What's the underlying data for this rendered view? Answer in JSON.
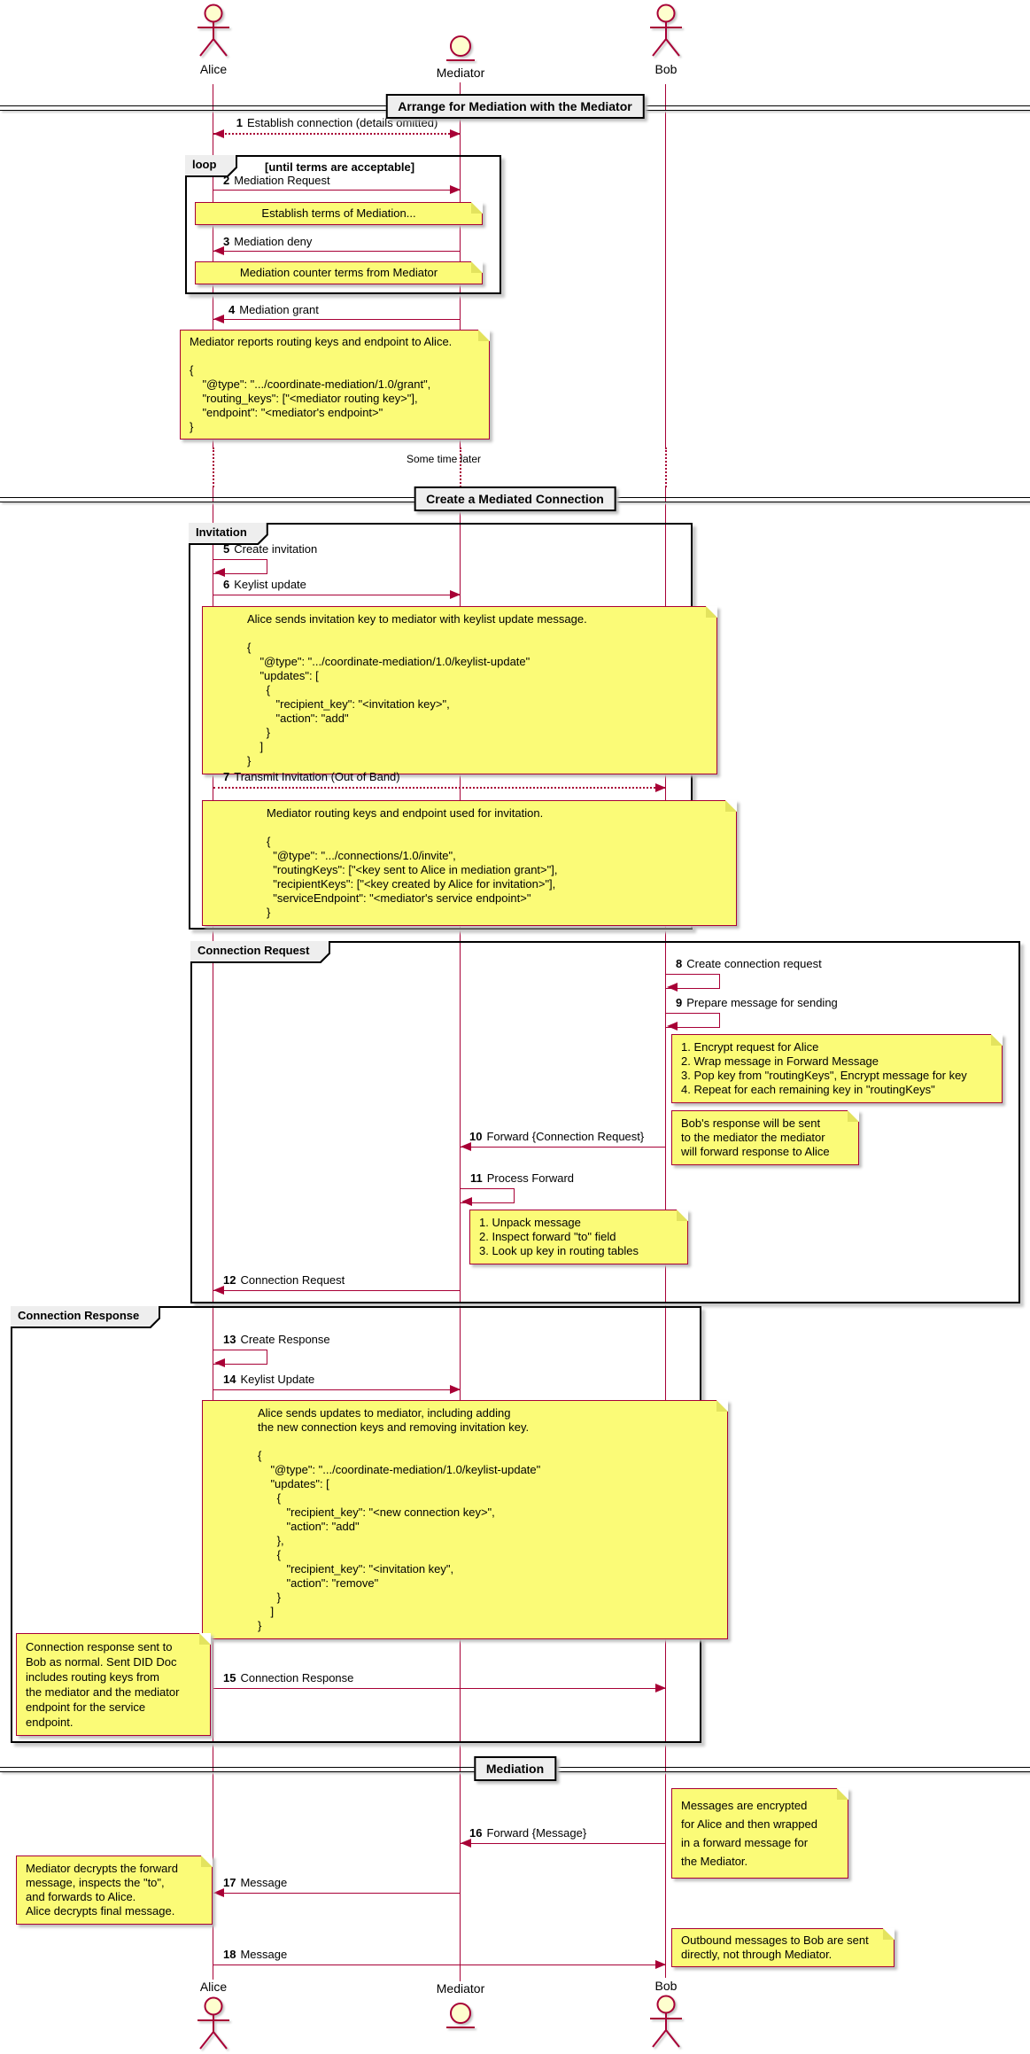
{
  "colors": {
    "accent": "#A80036",
    "note_bg": "#FBFB77",
    "frame_bg": "#EEEEEE",
    "actor_fill": "#FEFECE"
  },
  "participants": {
    "alice": "Alice",
    "mediator": "Mediator",
    "bob": "Bob"
  },
  "dividers": {
    "arrange": "Arrange for Mediation with the Mediator",
    "create": "Create a Mediated Connection",
    "mediation": "Mediation"
  },
  "delay": {
    "text": "Some time later"
  },
  "groups": {
    "loop": {
      "label": "loop",
      "condition": "[until terms are acceptable]"
    },
    "invitation": {
      "label": "Invitation"
    },
    "connection_request": {
      "label": "Connection Request"
    },
    "connection_response": {
      "label": "Connection Response"
    }
  },
  "messages": {
    "m1": {
      "num": "1",
      "text": "Establish connection (details omitted)"
    },
    "m2": {
      "num": "2",
      "text": "Mediation Request"
    },
    "m3": {
      "num": "3",
      "text": "Mediation deny"
    },
    "m4": {
      "num": "4",
      "text": "Mediation grant"
    },
    "m5": {
      "num": "5",
      "text": "Create invitation"
    },
    "m6": {
      "num": "6",
      "text": "Keylist update"
    },
    "m7": {
      "num": "7",
      "text": "Transmit Invitation (Out of Band)"
    },
    "m8": {
      "num": "8",
      "text": "Create connection request"
    },
    "m9": {
      "num": "9",
      "text": "Prepare message for sending"
    },
    "m10": {
      "num": "10",
      "text": "Forward {Connection Request}"
    },
    "m11": {
      "num": "11",
      "text": "Process Forward"
    },
    "m12": {
      "num": "12",
      "text": "Connection Request"
    },
    "m13": {
      "num": "13",
      "text": "Create Response"
    },
    "m14": {
      "num": "14",
      "text": "Keylist Update"
    },
    "m15": {
      "num": "15",
      "text": "Connection Response"
    },
    "m16": {
      "num": "16",
      "text": "Forward {Message}"
    },
    "m17": {
      "num": "17",
      "text": "Message"
    },
    "m18": {
      "num": "18",
      "text": "Message"
    }
  },
  "notes": {
    "n1": {
      "text": "Establish terms of Mediation..."
    },
    "n2": {
      "text": "Mediation counter terms from Mediator"
    },
    "n3": {
      "text": "Mediator reports routing keys and endpoint to Alice.\n\n{\n    \"@type\": \".../coordinate-mediation/1.0/grant\",\n    \"routing_keys\": [\"<mediator routing key>\"],\n    \"endpoint\": \"<mediator's endpoint>\"\n}"
    },
    "n4": {
      "text": "Alice sends invitation key to mediator with keylist update message.\n\n{\n    \"@type\": \".../coordinate-mediation/1.0/keylist-update\"\n    \"updates\": [\n      {\n         \"recipient_key\": \"<invitation key>\",\n         \"action\": \"add\"\n      }\n    ]\n}"
    },
    "n5": {
      "text": "Mediator routing keys and endpoint used for invitation.\n\n{\n  \"@type\": \".../connections/1.0/invite\",\n  \"routingKeys\": [\"<key sent to Alice in mediation grant>\"],\n  \"recipientKeys\": [\"<key created by Alice for invitation>\"],\n  \"serviceEndpoint\": \"<mediator's service endpoint>\"\n}"
    },
    "n6": {
      "text": "1. Encrypt request for Alice\n2. Wrap message in Forward Message\n3. Pop key from \"routingKeys\", Encrypt message for key\n4. Repeat for each remaining key in \"routingKeys\""
    },
    "n7": {
      "text": "Bob's response will be sent\nto the mediator the mediator\nwill forward response to Alice"
    },
    "n8": {
      "text": "1. Unpack message\n2. Inspect forward \"to\" field\n3. Look up key in routing tables"
    },
    "n9": {
      "text": "Alice sends updates to mediator, including adding\nthe new connection keys and removing invitation key.\n\n{\n    \"@type\": \".../coordinate-mediation/1.0/keylist-update\"\n    \"updates\": [\n      {\n         \"recipient_key\": \"<new connection key>\",\n         \"action\": \"add\"\n      },\n      {\n         \"recipient_key\": \"<invitation key\",\n         \"action\": \"remove\"\n      }\n    ]\n}"
    },
    "n10": {
      "text": "Connection response sent to\nBob as normal. Sent DID Doc\nincludes routing keys from\nthe mediator and the mediator\nendpoint for the service\nendpoint."
    },
    "n11": {
      "text": "Messages are encrypted\nfor Alice and then wrapped\nin a forward message for\nthe Mediator."
    },
    "n12": {
      "text": "Mediator decrypts the forward\nmessage, inspects the \"to\",\nand forwards to Alice.\nAlice decrypts final message."
    },
    "n13": {
      "text": "Outbound messages to Bob are sent\ndirectly, not through Mediator."
    }
  }
}
